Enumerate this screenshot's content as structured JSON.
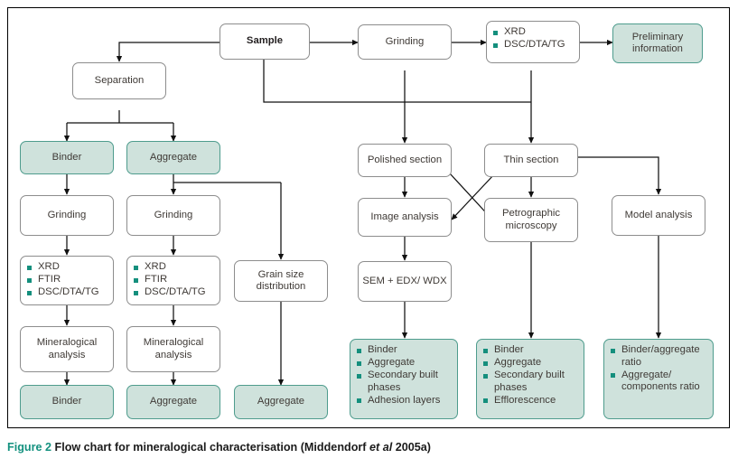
{
  "figure": {
    "caption_prefix": "Figure 2",
    "caption_main": "Flow chart for mineralogical characterisation (Middendorf",
    "caption_italic": "et al",
    "caption_suffix": "2005a)"
  },
  "colors": {
    "accent_teal": "#14917f",
    "green_fill": "#cfe2dc",
    "green_border": "#4e9c8d",
    "box_border": "#8d8d8d",
    "frame_border": "#000000",
    "text": "#3f3a36",
    "background": "#ffffff"
  },
  "nodes": {
    "sample": {
      "label": "Sample"
    },
    "separation": {
      "label": "Separation"
    },
    "binder_branch": {
      "label": "Binder"
    },
    "aggregate_branch": {
      "label": "Aggregate"
    },
    "grinding_top": {
      "label": "Grinding"
    },
    "grinding_binder": {
      "label": "Grinding"
    },
    "grinding_aggregate": {
      "label": "Grinding"
    },
    "methods_top": {
      "items": [
        "XRD",
        "DSC/DTA/TG"
      ]
    },
    "methods_binder": {
      "items": [
        "XRD",
        "FTIR",
        "DSC/DTA/TG"
      ]
    },
    "methods_aggregate": {
      "items": [
        "XRD",
        "FTIR",
        "DSC/DTA/TG"
      ]
    },
    "preliminary_information": {
      "label": "Preliminary information"
    },
    "mineralogical_analysis_binder": {
      "label": "Mineralogical analysis"
    },
    "mineralogical_analysis_aggregate": {
      "label": "Mineralogical analysis"
    },
    "binder_result": {
      "label": "Binder"
    },
    "aggregate_result": {
      "label": "Aggregate"
    },
    "grain_size_distribution": {
      "label": "Grain size distribution"
    },
    "aggregate_grain_result": {
      "label": "Aggregate"
    },
    "polished_section": {
      "label": "Polished section"
    },
    "thin_section": {
      "label": "Thin section"
    },
    "image_analysis": {
      "label": "Image analysis"
    },
    "petrographic_microscopy": {
      "label": "Petrographic microscopy"
    },
    "model_analysis": {
      "label": "Model analysis"
    },
    "sem_edx_wdx": {
      "label": "SEM + EDX/ WDX"
    },
    "sem_results": {
      "items": [
        "Binder",
        "Aggregate",
        "Secondary built phases",
        "Adhesion layers"
      ]
    },
    "petrographic_results": {
      "items": [
        "Binder",
        "Aggregate",
        "Secondary built phases",
        "Efflorescence"
      ]
    },
    "model_results": {
      "items": [
        "Binder/aggregate ratio",
        "Aggregate/ components ratio"
      ]
    }
  }
}
